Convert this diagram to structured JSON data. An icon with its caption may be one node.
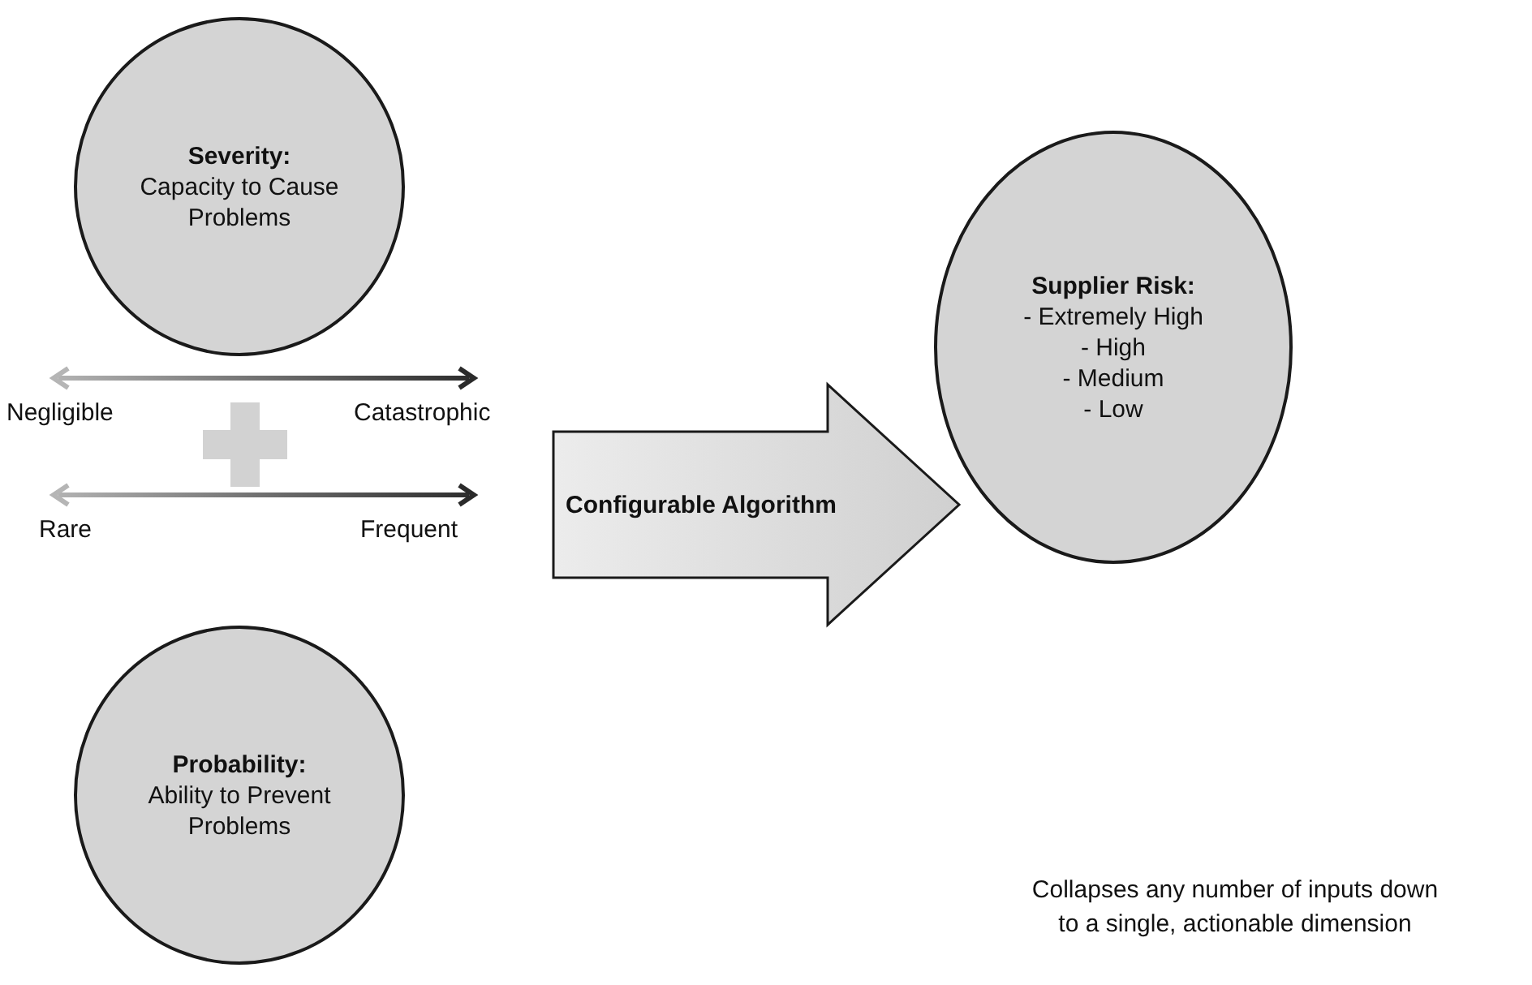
{
  "diagram": {
    "nodes": [
      {
        "text": [
          "Severity:",
          "Capacity to Cause Problems"
        ]
      },
      {
        "text": [
          "Probability:",
          "Ability to Prevent Problems"
        ]
      },
      {
        "text": [
          "Configurable Algorithm"
        ]
      },
      {
        "text": [
          "Supplier Risk:",
          "- Extremely High",
          "- High",
          "- Medium",
          "- Low"
        ]
      }
    ],
    "labels": [
      "Negligible",
      "Catastrophic",
      "Rare",
      "Frequent",
      "Collapses any number of inputs down to a single, actionable dimension"
    ]
  }
}
